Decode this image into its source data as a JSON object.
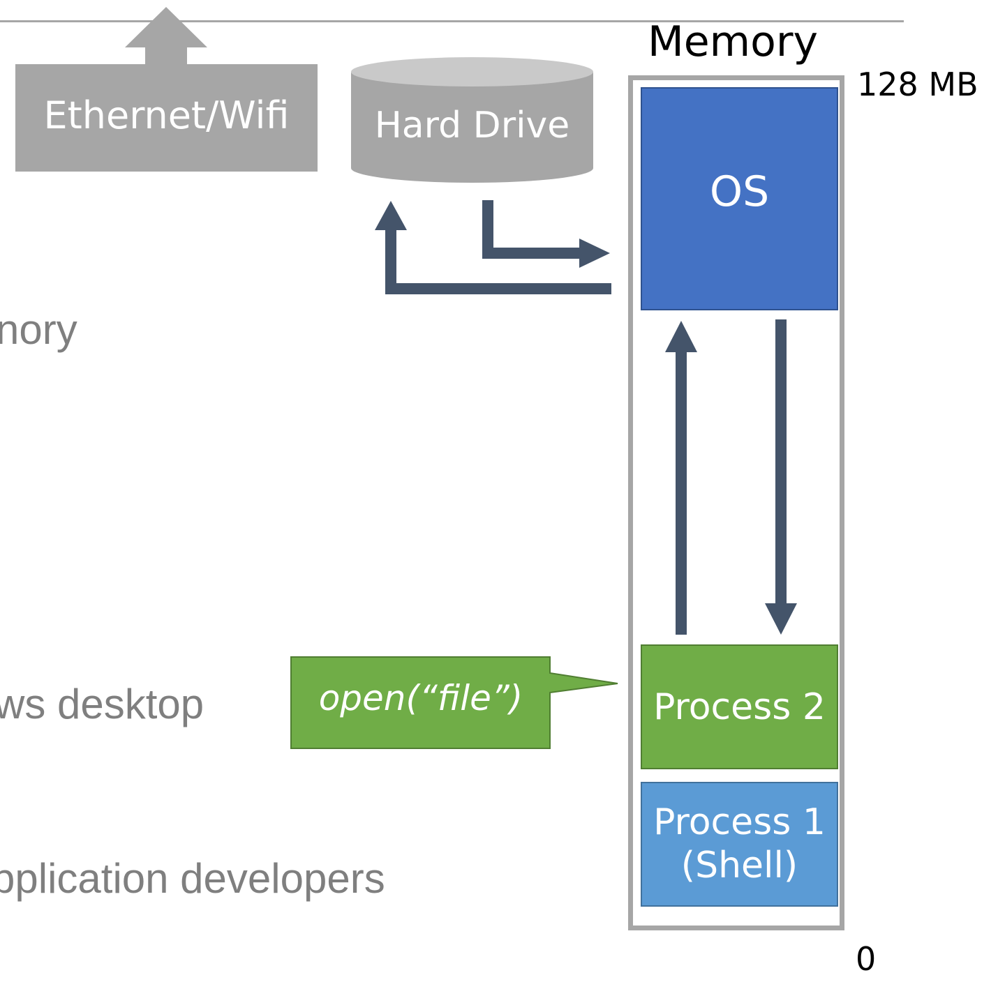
{
  "network": {
    "label": "Ethernet/Wifi"
  },
  "storage": {
    "label": "Hard Drive"
  },
  "background_text": {
    "line1": "nory",
    "line2": "ws desktop",
    "line3": "pplication developers"
  },
  "memory": {
    "title": "Memory",
    "top_label": "128 MB",
    "bottom_label": "0",
    "blocks": {
      "os": "OS",
      "process2": "Process 2",
      "process1_line1": "Process 1",
      "process1_line2": "(Shell)"
    }
  },
  "callout": {
    "text": "open(“file”)"
  },
  "colors": {
    "os": "#4472c4",
    "process2": "#70ad47",
    "process1": "#5b9bd5",
    "arrow": "#44546a",
    "gray": "#a6a6a6"
  }
}
